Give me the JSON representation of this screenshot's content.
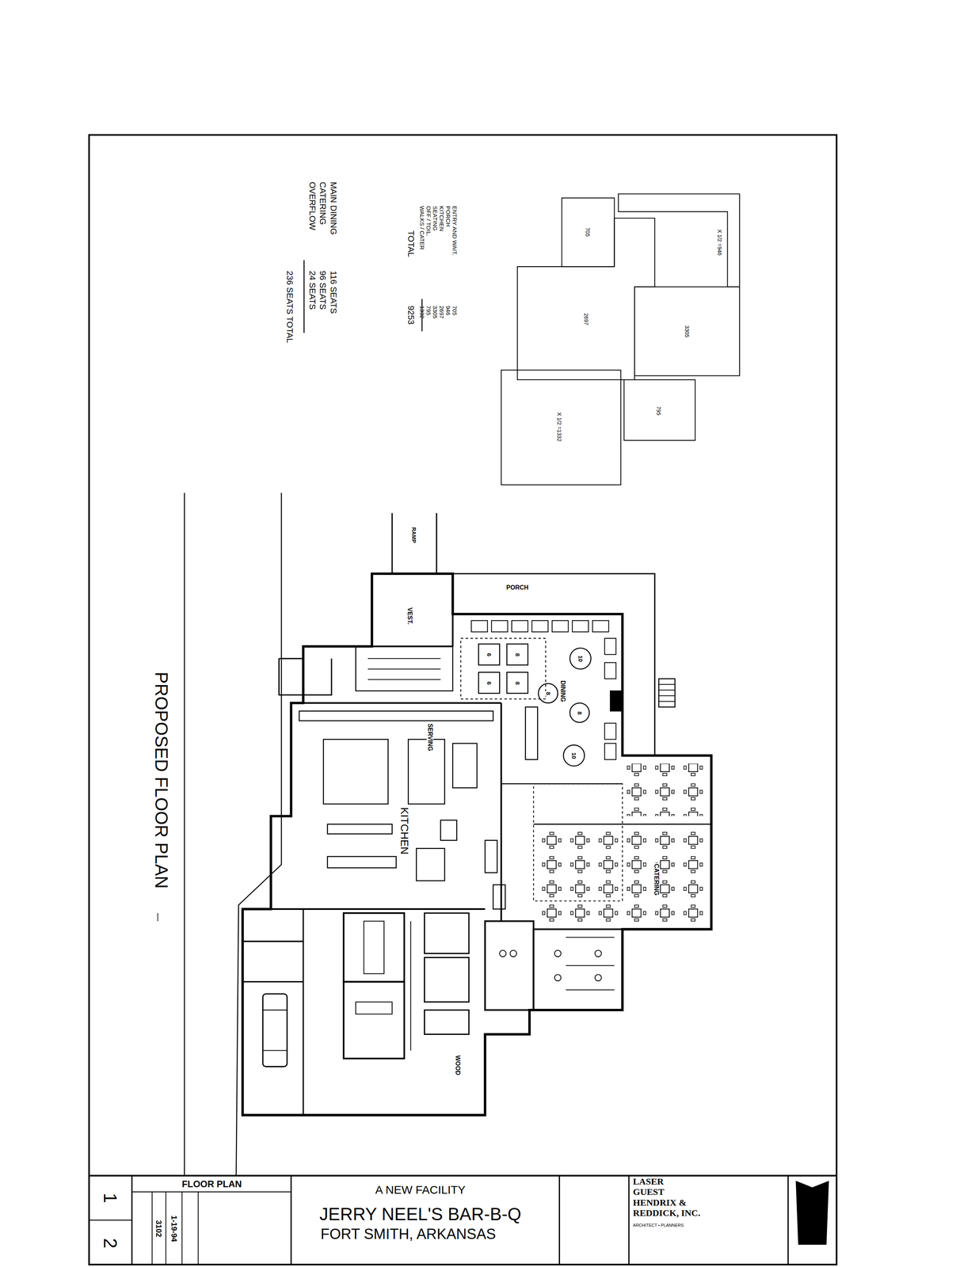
{
  "diagram": {
    "title": "PROPOSED FLOOR PLAN",
    "labels": [
      "FLOOR PLAN",
      "A NEW FACILITY",
      "JERRY NEEL'S BAR-B-Q",
      "FORT SMITH, ARKANSAS",
      "LASER",
      "GUEST",
      "HENDRIX &",
      "REDDICK, INC.",
      "ARCHITECT • PLANNERS",
      "1-19-94",
      "3102",
      "1",
      "2",
      "MAIN DINING",
      "116 SEATS",
      "CATERING",
      "96 SEATS",
      "OVERFLOW",
      "24 SEATS",
      "236 SEATS TOTAL",
      "ENTRY AND WAIT.",
      "705",
      "PORCH",
      "946",
      "KITCHEN",
      "2697",
      "SEATING",
      "3305",
      "OFF / TOIL.",
      "795",
      "WALKS / CATER",
      "1332",
      "TOTAL",
      "9253",
      "705",
      "X 1/2 =946",
      "2697",
      "3305",
      "795",
      "X 1/2 =1332",
      "PORCH",
      "VEST.",
      "RAMP",
      "DINING",
      "KITCHEN",
      "SERVING",
      "WOOD",
      "CATERING",
      "10",
      "8",
      "8",
      "10",
      "6",
      "8",
      "6",
      "8"
    ]
  }
}
